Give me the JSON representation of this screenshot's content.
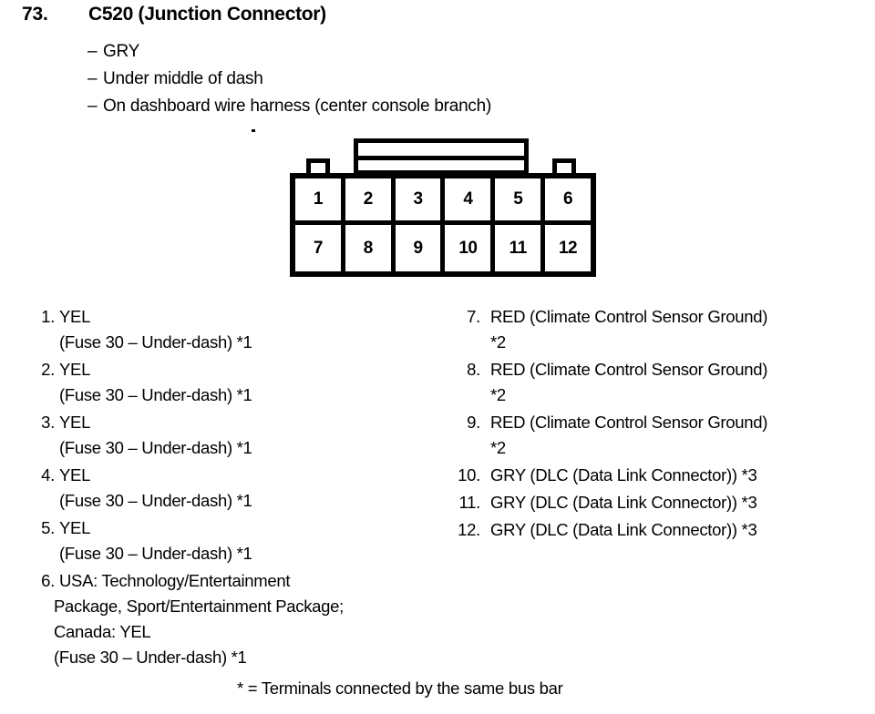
{
  "header": {
    "number": "73.",
    "title": "C520 (Junction Connector)",
    "bullets": [
      {
        "dash": "–",
        "text": "GRY"
      },
      {
        "dash": "–",
        "text": "Under middle of dash"
      },
      {
        "dash": "–",
        "text": "On dashboard wire harness (center console branch)"
      }
    ]
  },
  "connector": {
    "name": "12-pin-connector-diagram",
    "rows": [
      [
        "1",
        "2",
        "3",
        "4",
        "5",
        "6"
      ],
      [
        "7",
        "8",
        "9",
        "10",
        "11",
        "12"
      ]
    ]
  },
  "pins_left": [
    {
      "num": "1.",
      "lines": [
        "YEL",
        "(Fuse 30 – Under-dash) *1"
      ]
    },
    {
      "num": "2.",
      "lines": [
        "YEL",
        "(Fuse 30 – Under-dash) *1"
      ]
    },
    {
      "num": "3.",
      "lines": [
        "YEL",
        "(Fuse 30 – Under-dash) *1"
      ]
    },
    {
      "num": "4.",
      "lines": [
        "YEL",
        "(Fuse 30 – Under-dash) *1"
      ]
    },
    {
      "num": "5.",
      "lines": [
        "YEL",
        "(Fuse 30 – Under-dash) *1"
      ]
    },
    {
      "num": "6.",
      "lines": [
        "USA: Technology/Entertainment",
        "Package, Sport/Entertainment Package;",
        "Canada: YEL",
        "(Fuse 30 – Under-dash) *1"
      ]
    }
  ],
  "pins_right": [
    {
      "num": "7.",
      "lines": [
        "RED (Climate Control Sensor Ground)",
        "*2"
      ]
    },
    {
      "num": "8.",
      "lines": [
        "RED (Climate Control Sensor Ground)",
        "*2"
      ]
    },
    {
      "num": "9.",
      "lines": [
        "RED (Climate Control Sensor Ground)",
        "*2"
      ]
    },
    {
      "num": "10.",
      "lines": [
        "GRY (DLC (Data Link Connector)) *3"
      ]
    },
    {
      "num": "11.",
      "lines": [
        "GRY (DLC (Data Link Connector)) *3"
      ]
    },
    {
      "num": "12.",
      "lines": [
        "GRY (DLC (Data Link Connector)) *3"
      ]
    }
  ],
  "footnote": "* = Terminals connected by the same bus bar"
}
